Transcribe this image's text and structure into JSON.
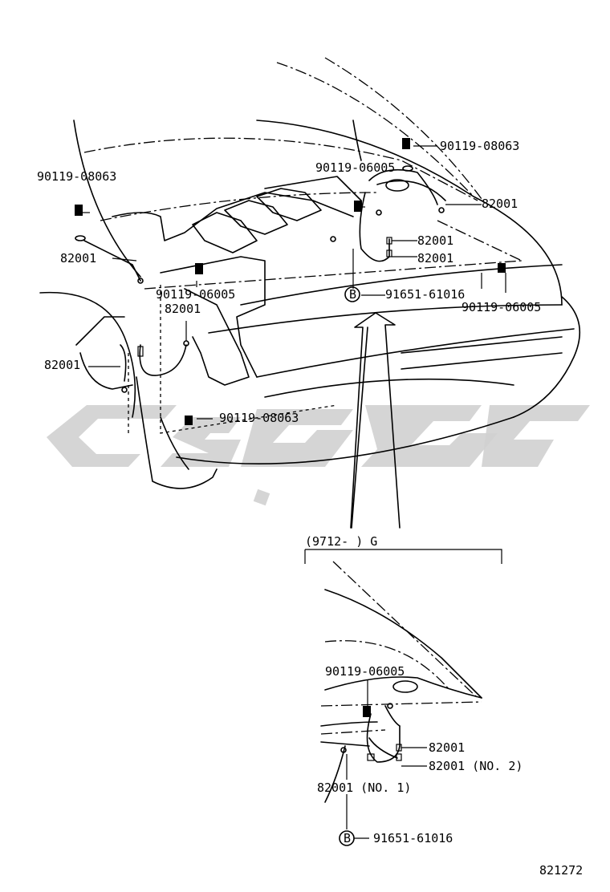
{
  "watermark": {
    "color": "#cfcfcf"
  },
  "main_view": {
    "labels": {
      "bolt_top_right": "90119-08063",
      "bolt_hood_center": "90119-06005",
      "wire_hood_right": "82001",
      "bolt_left": "90119-08063",
      "wire_left_upper": "82001",
      "bolt_left_lower": "90119-06005",
      "wire_center_upper": "82001",
      "wire_center_lower": "82001",
      "clamp_b": "91651-61016",
      "bolt_right": "90119-06005",
      "wire_fender": "82001",
      "wire_wheel": "82001",
      "bolt_bottom": "90119-08063"
    },
    "circle_letter": "B"
  },
  "inset": {
    "bracket_label": "(9712-      ) G",
    "labels": {
      "bolt": "90119-06005",
      "wire_upper": "82001",
      "wire_no2": "82001 (NO. 2)",
      "wire_no1": "82001 (NO. 1)",
      "clamp_b": "91651-61016"
    },
    "circle_letter": "B"
  },
  "diagram_number": "821272"
}
